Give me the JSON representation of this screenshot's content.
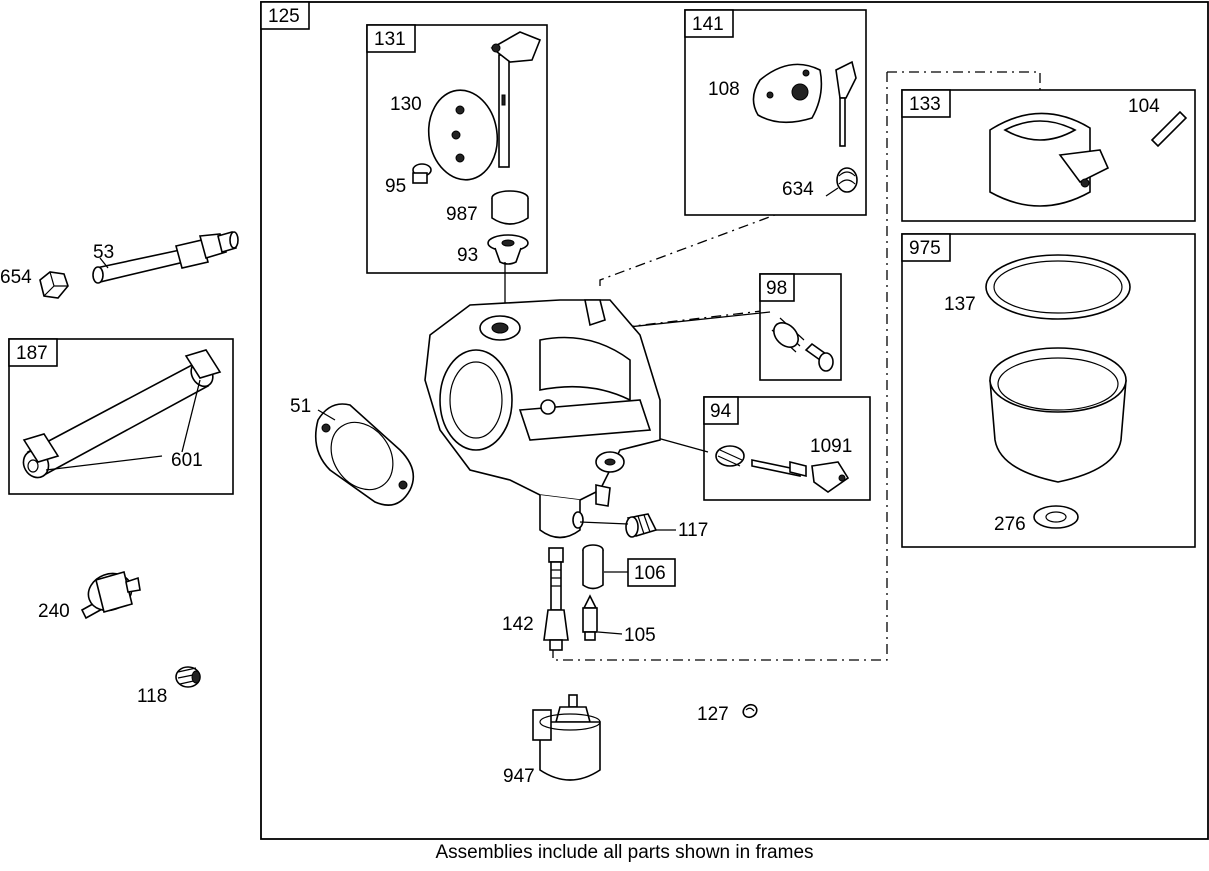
{
  "main_frame_label": "125",
  "frames": {
    "f131": "131",
    "f141": "141",
    "f133": "133",
    "f975": "975",
    "f98": "98",
    "f94": "94",
    "f187": "187",
    "f106": "106"
  },
  "parts": {
    "p130": "130",
    "p95": "95",
    "p987": "987",
    "p93": "93",
    "p108": "108",
    "p634": "634",
    "p104": "104",
    "p137": "137",
    "p276": "276",
    "p51": "51",
    "p1091": "1091",
    "p117": "117",
    "p142": "142",
    "p105": "105",
    "p127": "127",
    "p947": "947",
    "p654": "654",
    "p53": "53",
    "p601": "601",
    "p240": "240",
    "p118": "118"
  },
  "footer_note": "Assemblies include all parts shown in frames"
}
